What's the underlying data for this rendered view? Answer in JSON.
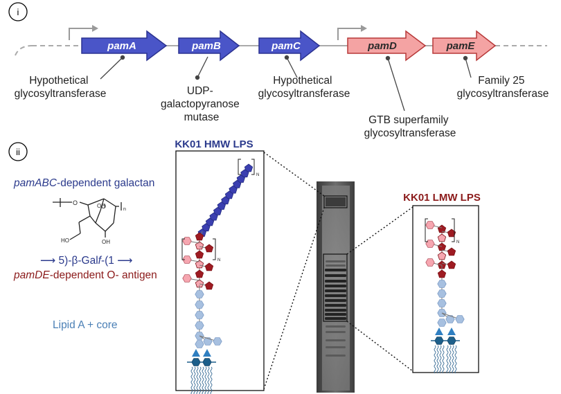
{
  "panel_i": {
    "label": "i",
    "genes": [
      {
        "name": "pamA",
        "color": "#4a55c8"
      },
      {
        "name": "pamB",
        "color": "#4a55c8"
      },
      {
        "name": "pamC",
        "color": "#4a55c8"
      },
      {
        "name": "pamD",
        "color": "#f4a3a3"
      },
      {
        "name": "pamE",
        "color": "#f4a3a3"
      }
    ],
    "annotations": {
      "pamA": [
        "Hypothetical",
        "glycosyltransferase"
      ],
      "pamB": [
        "UDP-",
        "galactopyranose",
        "mutase"
      ],
      "pamC": [
        "Hypothetical",
        "glycosyltransferase"
      ],
      "pamD": [
        "GTB superfamily",
        "glycosyltransferase"
      ],
      "pamE": [
        "Family 25",
        "glycosyltransferase"
      ]
    }
  },
  "panel_ii": {
    "label": "ii",
    "hmw_title": "KK01 HMW LPS",
    "lmw_title": "KK01 LMW LPS",
    "galactan_italic": "pamABC",
    "galactan_rest": "-dependent galactan",
    "galactan_formula": "⟶ 5)-β-Gal",
    "galactan_formula_f": "f",
    "galactan_formula_end": "-(1 ⟶",
    "oantigen_italic": "pamDE",
    "oantigen_rest": "-dependent O- antigen",
    "lipid_label": "Lipid A + core",
    "repeat_n": "N",
    "chem": {
      "ho1": "HO",
      "oh1": "OH",
      "oh2": "OH",
      "o": "O",
      "n": "n"
    }
  },
  "colors": {
    "galactan_blue": "#3b3fb0",
    "oantigen_dark_red": "#9e1b22",
    "oantigen_pink": "#f6a6b0",
    "core_light_blue": "#a7c0e0",
    "lipid_blue": "#2f7fc1",
    "lipid_dark": "#1d5f8a"
  }
}
